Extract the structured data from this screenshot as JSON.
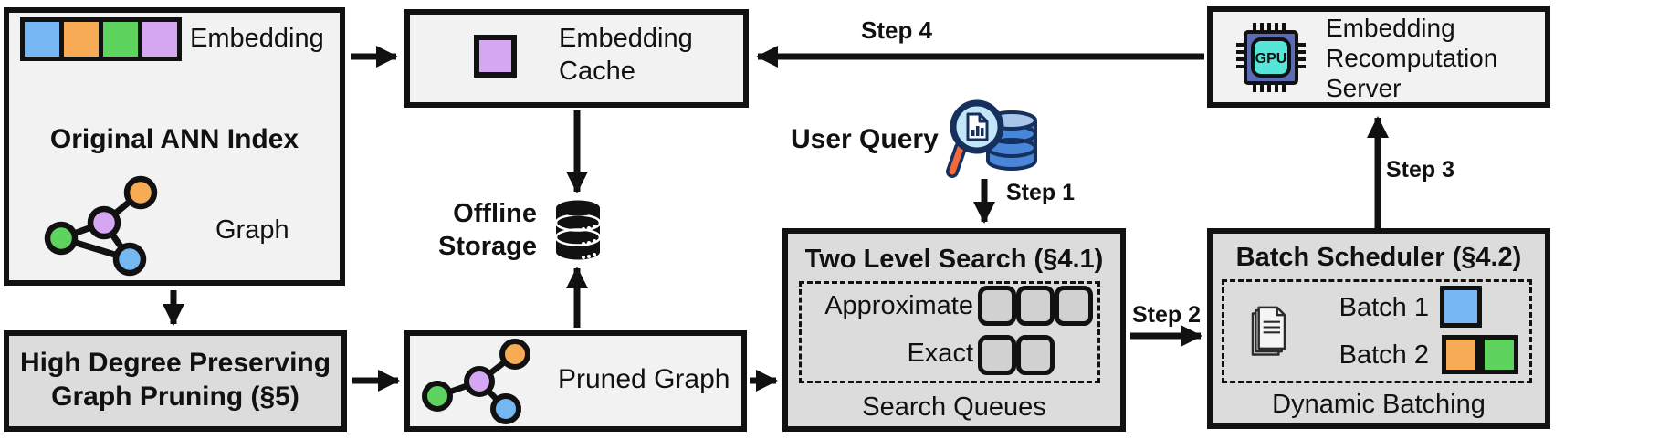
{
  "colors": {
    "blue": "#74b7f2",
    "orange": "#f7ab55",
    "green": "#5ed45e",
    "purple": "#d5a7f2",
    "box-light": "#f2f2f2",
    "box-dark": "#dcdcdc",
    "queue-fill": "#d2d1d1",
    "outline": "#111111",
    "gpu-body": "#5a6cb8",
    "gpu-core": "#55e6d9",
    "query-navy": "#16305e",
    "query-db": "#4a86d8",
    "query-db-top": "#a9c6ea",
    "query-lens": "#c2e6f7",
    "query-handle": "#f2693c"
  },
  "ann_index": {
    "embedding_label": "Embedding",
    "title": "Original ANN Index",
    "graph_label": "Graph"
  },
  "embedding_cache": {
    "line1": "Embedding",
    "line2": "Cache"
  },
  "offline_storage": {
    "line1": "Offline",
    "line2": "Storage"
  },
  "user_query": {
    "label": "User Query"
  },
  "recomputation_server": {
    "line1": "Embedding",
    "line2": "Recomputation",
    "line3": "Server",
    "gpu_label": "GPU"
  },
  "two_level_search": {
    "title": "Two Level Search (§4.1)",
    "approximate_label": "Approximate",
    "exact_label": "Exact",
    "footer": "Search Queues"
  },
  "batch_scheduler": {
    "title": "Batch Scheduler (§4.2)",
    "batch1_label": "Batch 1",
    "batch2_label": "Batch 2",
    "footer": "Dynamic Batching"
  },
  "high_degree_pruning": {
    "line1": "High Degree Preserving",
    "line2": "Graph Pruning (§5)"
  },
  "pruned_graph": {
    "label": "Pruned Graph"
  },
  "steps": {
    "step1": "Step 1",
    "step2": "Step 2",
    "step3": "Step 3",
    "step4": "Step 4"
  }
}
